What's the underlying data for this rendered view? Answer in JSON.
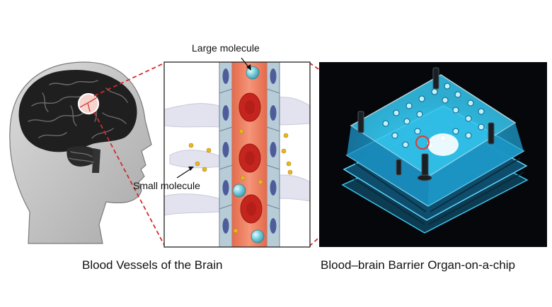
{
  "labels": {
    "large_molecule": "Large molecule",
    "small_molecule": "Small molecule"
  },
  "captions": {
    "left": "Blood Vessels of the Brain",
    "right": "Blood–brain Barrier Organ-on-a-chip"
  },
  "colors": {
    "callout_line": "#d42b2b",
    "vessel": "#ee7d5e",
    "red_blood_cell": "#c5251e",
    "endothelial_cell": "#b8ccd8",
    "nucleus": "#4d5d9a",
    "large_molecule": "#6cc6d6",
    "small_molecule": "#e6b627",
    "chip_glow": "#35c9f2",
    "photo_background": "#05070b"
  },
  "icons": {
    "head": "head-silhouette-icon",
    "brain": "brain-icon",
    "chip": "organ-on-chip-photo"
  }
}
